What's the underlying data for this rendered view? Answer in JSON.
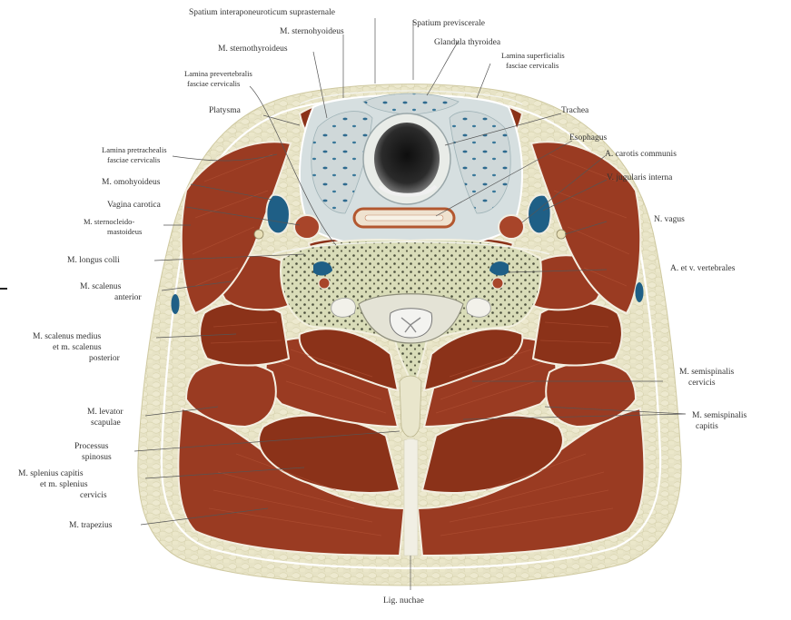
{
  "labels": {
    "spatium_interaponeuroticum": "Spatium interaponeuroticum suprasternale",
    "spatium_previscerale": "Spatium previscerale",
    "m_sternohyoideus": "M. sternohyoideus",
    "glandula_thyroidea": "Glandula thyroidea",
    "m_sternothyroideus": "M. sternothyroideus",
    "lamina_superficialis_1": "Lamina superficialis",
    "lamina_superficialis_2": "fasciae cervicalis",
    "lamina_prevertebralis_1": "Lamina prevertebralis",
    "lamina_prevertebralis_2": "fasciae cervicalis",
    "platysma": "Platysma",
    "trachea": "Trachea",
    "esophagus": "Esophagus",
    "lamina_pretrachealis_1": "Lamina pretrachealis",
    "lamina_pretrachealis_2": "fasciae cervicalis",
    "a_carotis": "A. carotis communis",
    "m_omohyoideus": "M. omohyoideus",
    "v_jugularis": "V. jugularis interna",
    "vagina_carotica": "Vagina carotica",
    "m_sternocleido_1": "M. sternocleido-",
    "m_sternocleido_2": "mastoideus",
    "n_vagus": "N. vagus",
    "m_longus_colli": "M. longus colli",
    "a_v_vertebrales": "A. et v. vertebrales",
    "m_scalenus_anterior_1": "M. scalenus",
    "m_scalenus_anterior_2": "anterior",
    "m_scalenus_medius_1": "M. scalenus medius",
    "m_scalenus_medius_2": "et m. scalenus",
    "m_scalenus_medius_3": "posterior",
    "m_semispinalis_cervicis_1": "M. semispinalis",
    "m_semispinalis_cervicis_2": "cervicis",
    "m_levator_1": "M. levator",
    "m_levator_2": "scapulae",
    "m_semispinalis_capitis_1": "M. semispinalis",
    "m_semispinalis_capitis_2": "capitis",
    "processus_1": "Processus",
    "processus_2": "spinosus",
    "m_splenius_1": "M. splenius capitis",
    "m_splenius_2": "et m. splenius",
    "m_splenius_3": "cervicis",
    "m_trapezius": "M. trapezius",
    "lig_nuchae": "Lig. nuchae"
  },
  "colors": {
    "muscle": "#9a3b22",
    "fat": "#e6e2c4",
    "fascia": "#ffffff",
    "visceral_fascia": "#cfd9dc",
    "vessel_blue": "#1f5f86",
    "artery_red": "#a8452a",
    "vertebra_fill": "#c9cfa6",
    "trachea_lumen": "#262626"
  }
}
